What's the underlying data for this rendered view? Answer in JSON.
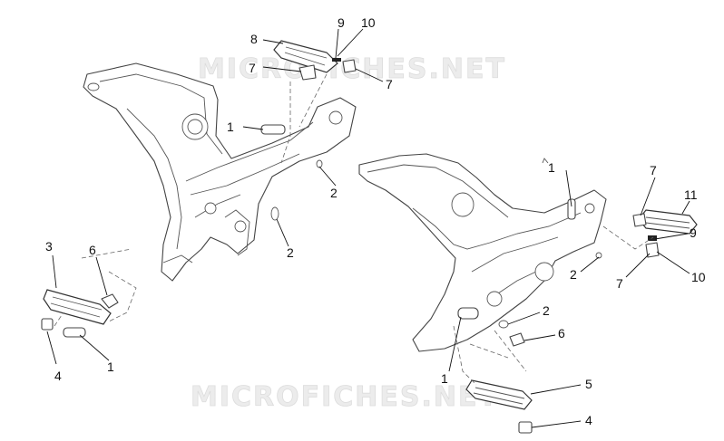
{
  "watermark": {
    "text": "MICROFICHES.NET"
  },
  "callouts": [
    "1",
    "2",
    "3",
    "4",
    "5",
    "6",
    "7",
    "8",
    "9",
    "10",
    "11"
  ],
  "colors": {
    "line": "#444444",
    "background": "#ffffff",
    "watermark": "#e6e6e6"
  }
}
